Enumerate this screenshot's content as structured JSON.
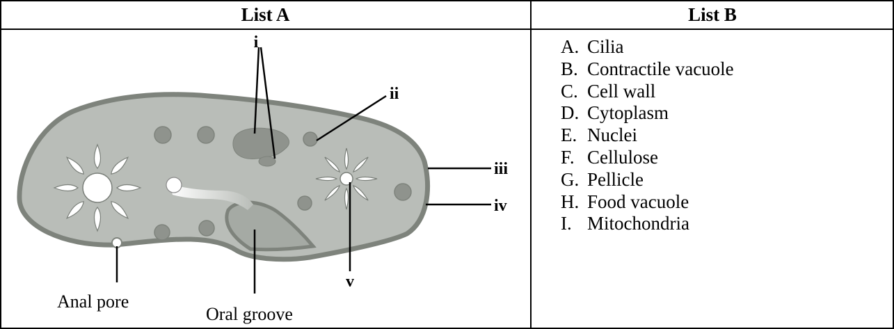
{
  "table": {
    "header_a": "List A",
    "header_b": "List B"
  },
  "diagram": {
    "labels": {
      "i": "i",
      "ii": "ii",
      "iii": "iii",
      "iv": "iv",
      "v": "v",
      "anal_pore": "Anal pore",
      "oral_groove": "Oral groove"
    },
    "colors": {
      "cytoplasm": "#b9bdb8",
      "membrane": "#7e837c",
      "organelle": "#8f938d",
      "vacuole": "#ffffff",
      "cilia": "#9aa09b"
    }
  },
  "list_b": [
    {
      "letter": "A.",
      "text": "Cilia"
    },
    {
      "letter": "B.",
      "text": "Contractile vacuole"
    },
    {
      "letter": "C.",
      "text": "Cell wall"
    },
    {
      "letter": "D.",
      "text": "Cytoplasm"
    },
    {
      "letter": "E.",
      "text": "Nuclei"
    },
    {
      "letter": "F.",
      "text": "Cellulose"
    },
    {
      "letter": "G.",
      "text": "Pellicle"
    },
    {
      "letter": "H.",
      "text": "Food vacuole"
    },
    {
      "letter": "I.",
      "text": "Mitochondria"
    }
  ]
}
